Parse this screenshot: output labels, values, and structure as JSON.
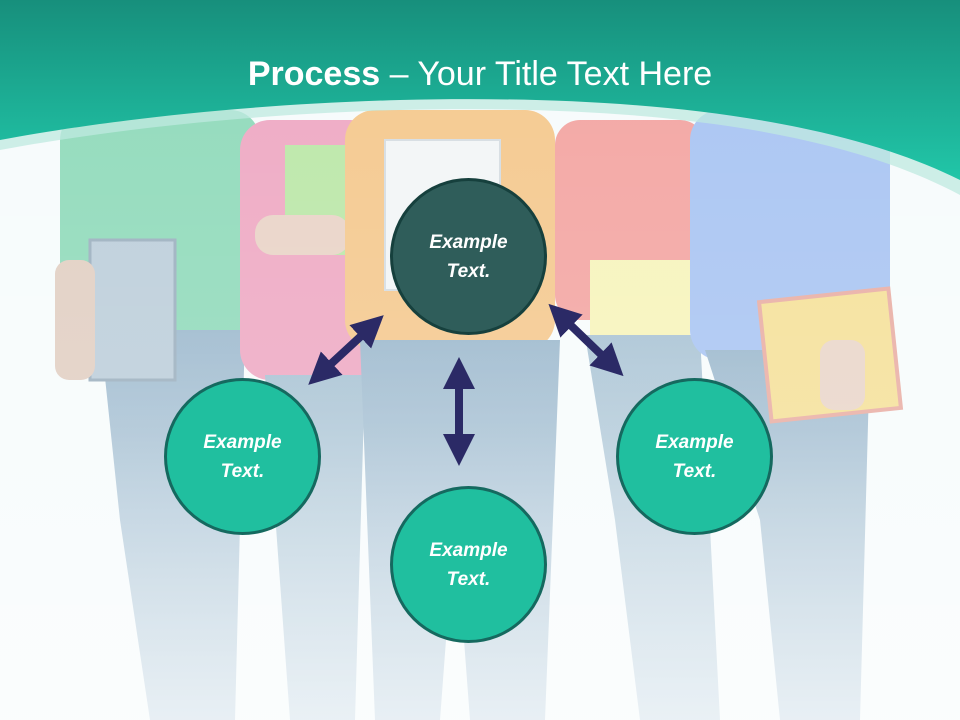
{
  "title": {
    "bold": "Process",
    "rest": " – Your Title Text Here"
  },
  "circles": {
    "center": "Example Text.",
    "left": "Example Text.",
    "bottom": "Example Text.",
    "right": "Example Text."
  },
  "colors": {
    "header_teal": "#1fc3a5",
    "center_circle": "#2f5d5a",
    "node_circle": "#20bf9f",
    "arrow": "#2b2a66"
  }
}
